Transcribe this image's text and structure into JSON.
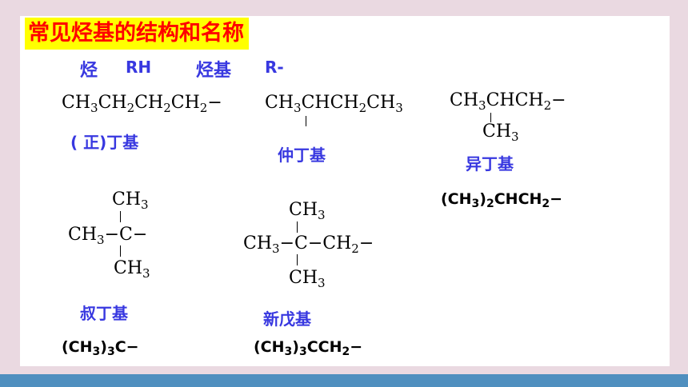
{
  "title": "常见烃基的结构和名称",
  "header": {
    "hydrocarbon_label": "烃",
    "hydrocarbon_formula": "RH",
    "radical_label": "烃基",
    "radical_formula": "R-"
  },
  "radicals": {
    "n_butyl": {
      "structure": [
        "CH",
        "3",
        "CH",
        "2",
        "CH",
        "2",
        "CH",
        "2",
        "−"
      ],
      "name": "( 正)丁基"
    },
    "sec_butyl": {
      "structure": [
        "CH",
        "3",
        "CHCH",
        "2",
        "CH",
        "3"
      ],
      "name": "仲丁基"
    },
    "isobutyl": {
      "structure": [
        "CH",
        "3",
        "CHCH",
        "2",
        "−"
      ],
      "branch": [
        "CH",
        "3"
      ],
      "name": "异丁基",
      "condensed": [
        "(CH",
        "3",
        ")",
        "2",
        "CHCH",
        "2",
        "−"
      ]
    },
    "tert_butyl": {
      "top": [
        "CH",
        "3"
      ],
      "middle": [
        "CH",
        "3",
        "−C−"
      ],
      "bottom": [
        "CH",
        "3"
      ],
      "name": "叔丁基",
      "condensed": [
        "(CH",
        "3",
        ")",
        "3",
        "C−"
      ]
    },
    "neopentyl": {
      "top": [
        "CH",
        "3"
      ],
      "middle": [
        "CH",
        "3",
        "−C−CH",
        "2",
        "−"
      ],
      "bottom": [
        "CH",
        "3"
      ],
      "name": "新戊基",
      "condensed": [
        "(CH",
        "3",
        ")",
        "3",
        "CCH",
        "2",
        "−"
      ]
    }
  }
}
